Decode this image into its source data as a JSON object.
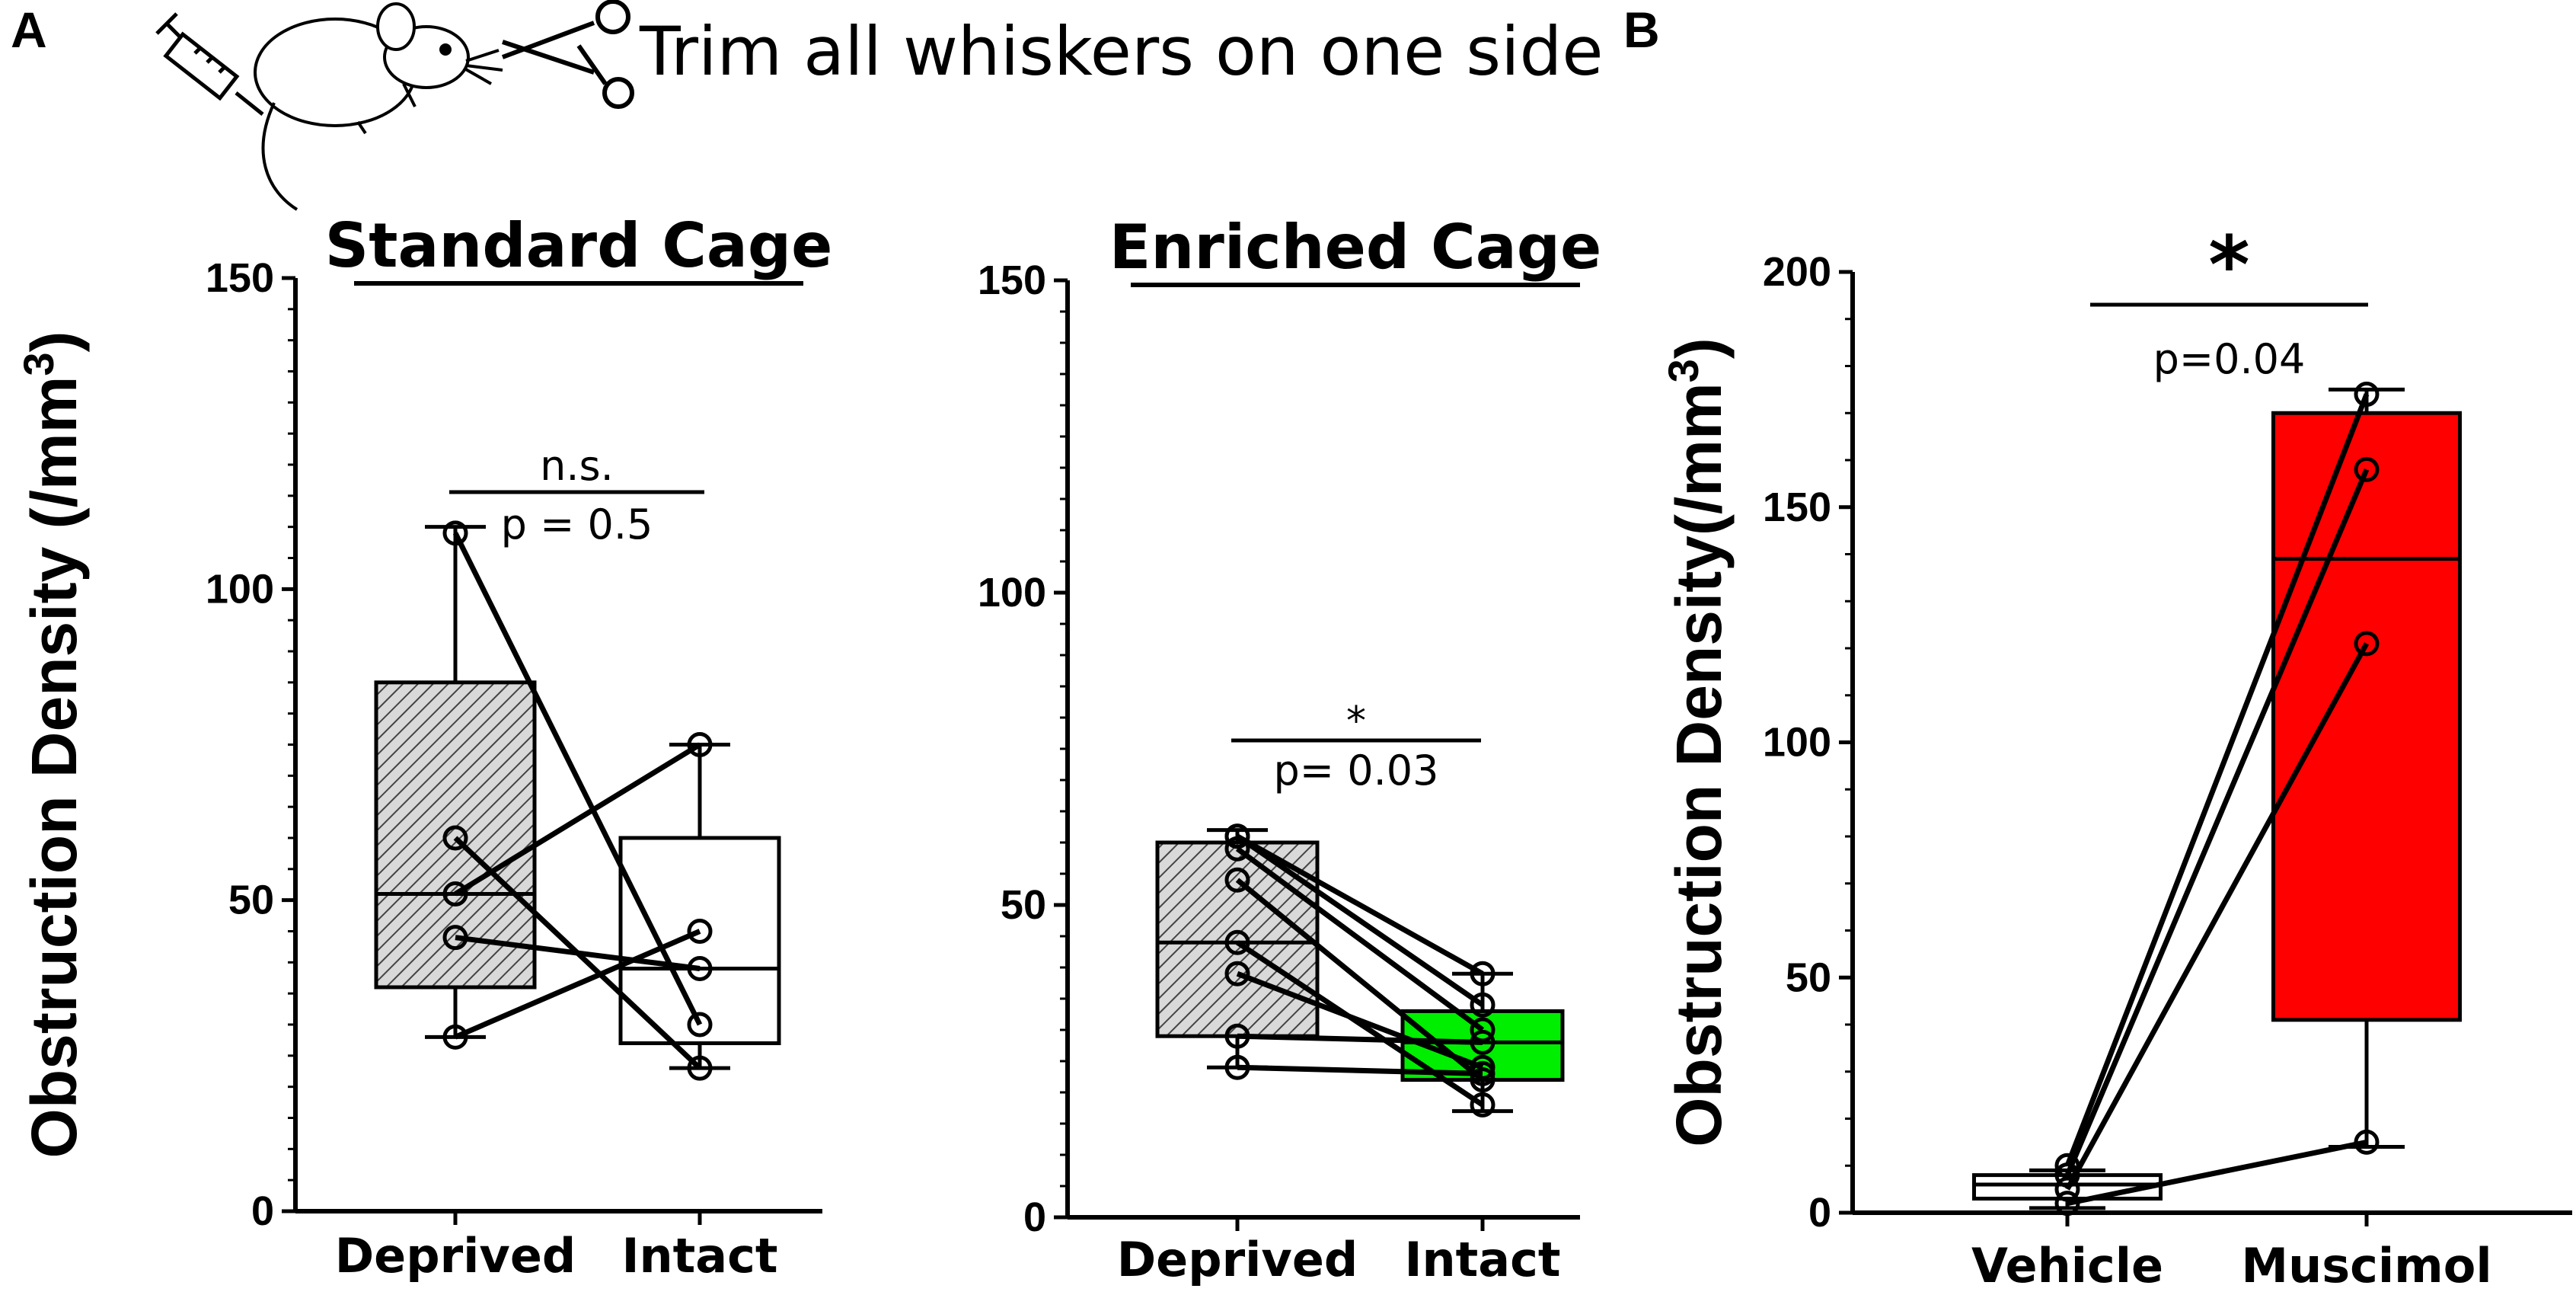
{
  "header": {
    "panel_a": "A",
    "panel_b": "B",
    "procedure_text": "Trim all whiskers on one side",
    "illustration_icons": [
      "syringe-icon",
      "mouse-icon",
      "scissors-icon"
    ]
  },
  "chart_data": [
    {
      "type": "box",
      "panel": "A",
      "title": "Standard Cage",
      "xlabel": "",
      "ylabel": "Obstruction Density (/mm3)",
      "ylim": [
        0,
        150
      ],
      "yticks": [
        0,
        50,
        100,
        150
      ],
      "categories": [
        "Deprived",
        "Intact"
      ],
      "boxes": [
        {
          "name": "Deprived",
          "min": 28,
          "q1": 36,
          "median": 51,
          "q3": 85,
          "max": 110,
          "fill": "hatched-gray"
        },
        {
          "name": "Intact",
          "min": 23,
          "q1": 27,
          "median": 39,
          "q3": 60,
          "max": 75,
          "fill": "#ffffff"
        }
      ],
      "paired": [
        [
          109,
          30
        ],
        [
          60,
          23
        ],
        [
          51,
          75
        ],
        [
          44,
          39
        ],
        [
          28,
          45
        ]
      ],
      "significance": {
        "mark": "n.s.",
        "p_text": "p = 0.5"
      }
    },
    {
      "type": "box",
      "panel": "A",
      "title": "Enriched Cage",
      "xlabel": "",
      "ylabel": "",
      "ylim": [
        0,
        150
      ],
      "yticks": [
        0,
        50,
        100,
        150
      ],
      "categories": [
        "Deprived",
        "Intact"
      ],
      "boxes": [
        {
          "name": "Deprived",
          "min": 24,
          "q1": 29,
          "median": 44,
          "q3": 60,
          "max": 62,
          "fill": "hatched-gray"
        },
        {
          "name": "Intact",
          "min": 17,
          "q1": 22,
          "median": 28,
          "q3": 33,
          "max": 39,
          "fill": "#00ee00"
        }
      ],
      "paired": [
        [
          61,
          34
        ],
        [
          59,
          30
        ],
        [
          54,
          22
        ],
        [
          44,
          18
        ],
        [
          39,
          24
        ],
        [
          29,
          28
        ],
        [
          24,
          23
        ],
        [
          61,
          39
        ]
      ],
      "significance": {
        "mark": "*",
        "p_text": "p= 0.03"
      }
    },
    {
      "type": "box",
      "panel": "B",
      "title": "",
      "xlabel": "",
      "ylabel": "Obstruction Density(/mm3)",
      "ylim": [
        0,
        200
      ],
      "yticks": [
        0,
        50,
        100,
        150,
        200
      ],
      "categories": [
        "Vehicle",
        "Muscimol"
      ],
      "boxes": [
        {
          "name": "Vehicle",
          "min": 1,
          "q1": 3,
          "median": 6,
          "q3": 8,
          "max": 9,
          "fill": "#ffffff"
        },
        {
          "name": "Muscimol",
          "min": 14,
          "q1": 41,
          "median": 139,
          "q3": 170,
          "max": 175,
          "fill": "#ff0000"
        }
      ],
      "paired": [
        [
          10,
          174
        ],
        [
          8,
          158
        ],
        [
          5,
          121
        ],
        [
          2,
          15
        ]
      ],
      "significance": {
        "mark": "*",
        "p_text": "p=0.04"
      }
    }
  ]
}
